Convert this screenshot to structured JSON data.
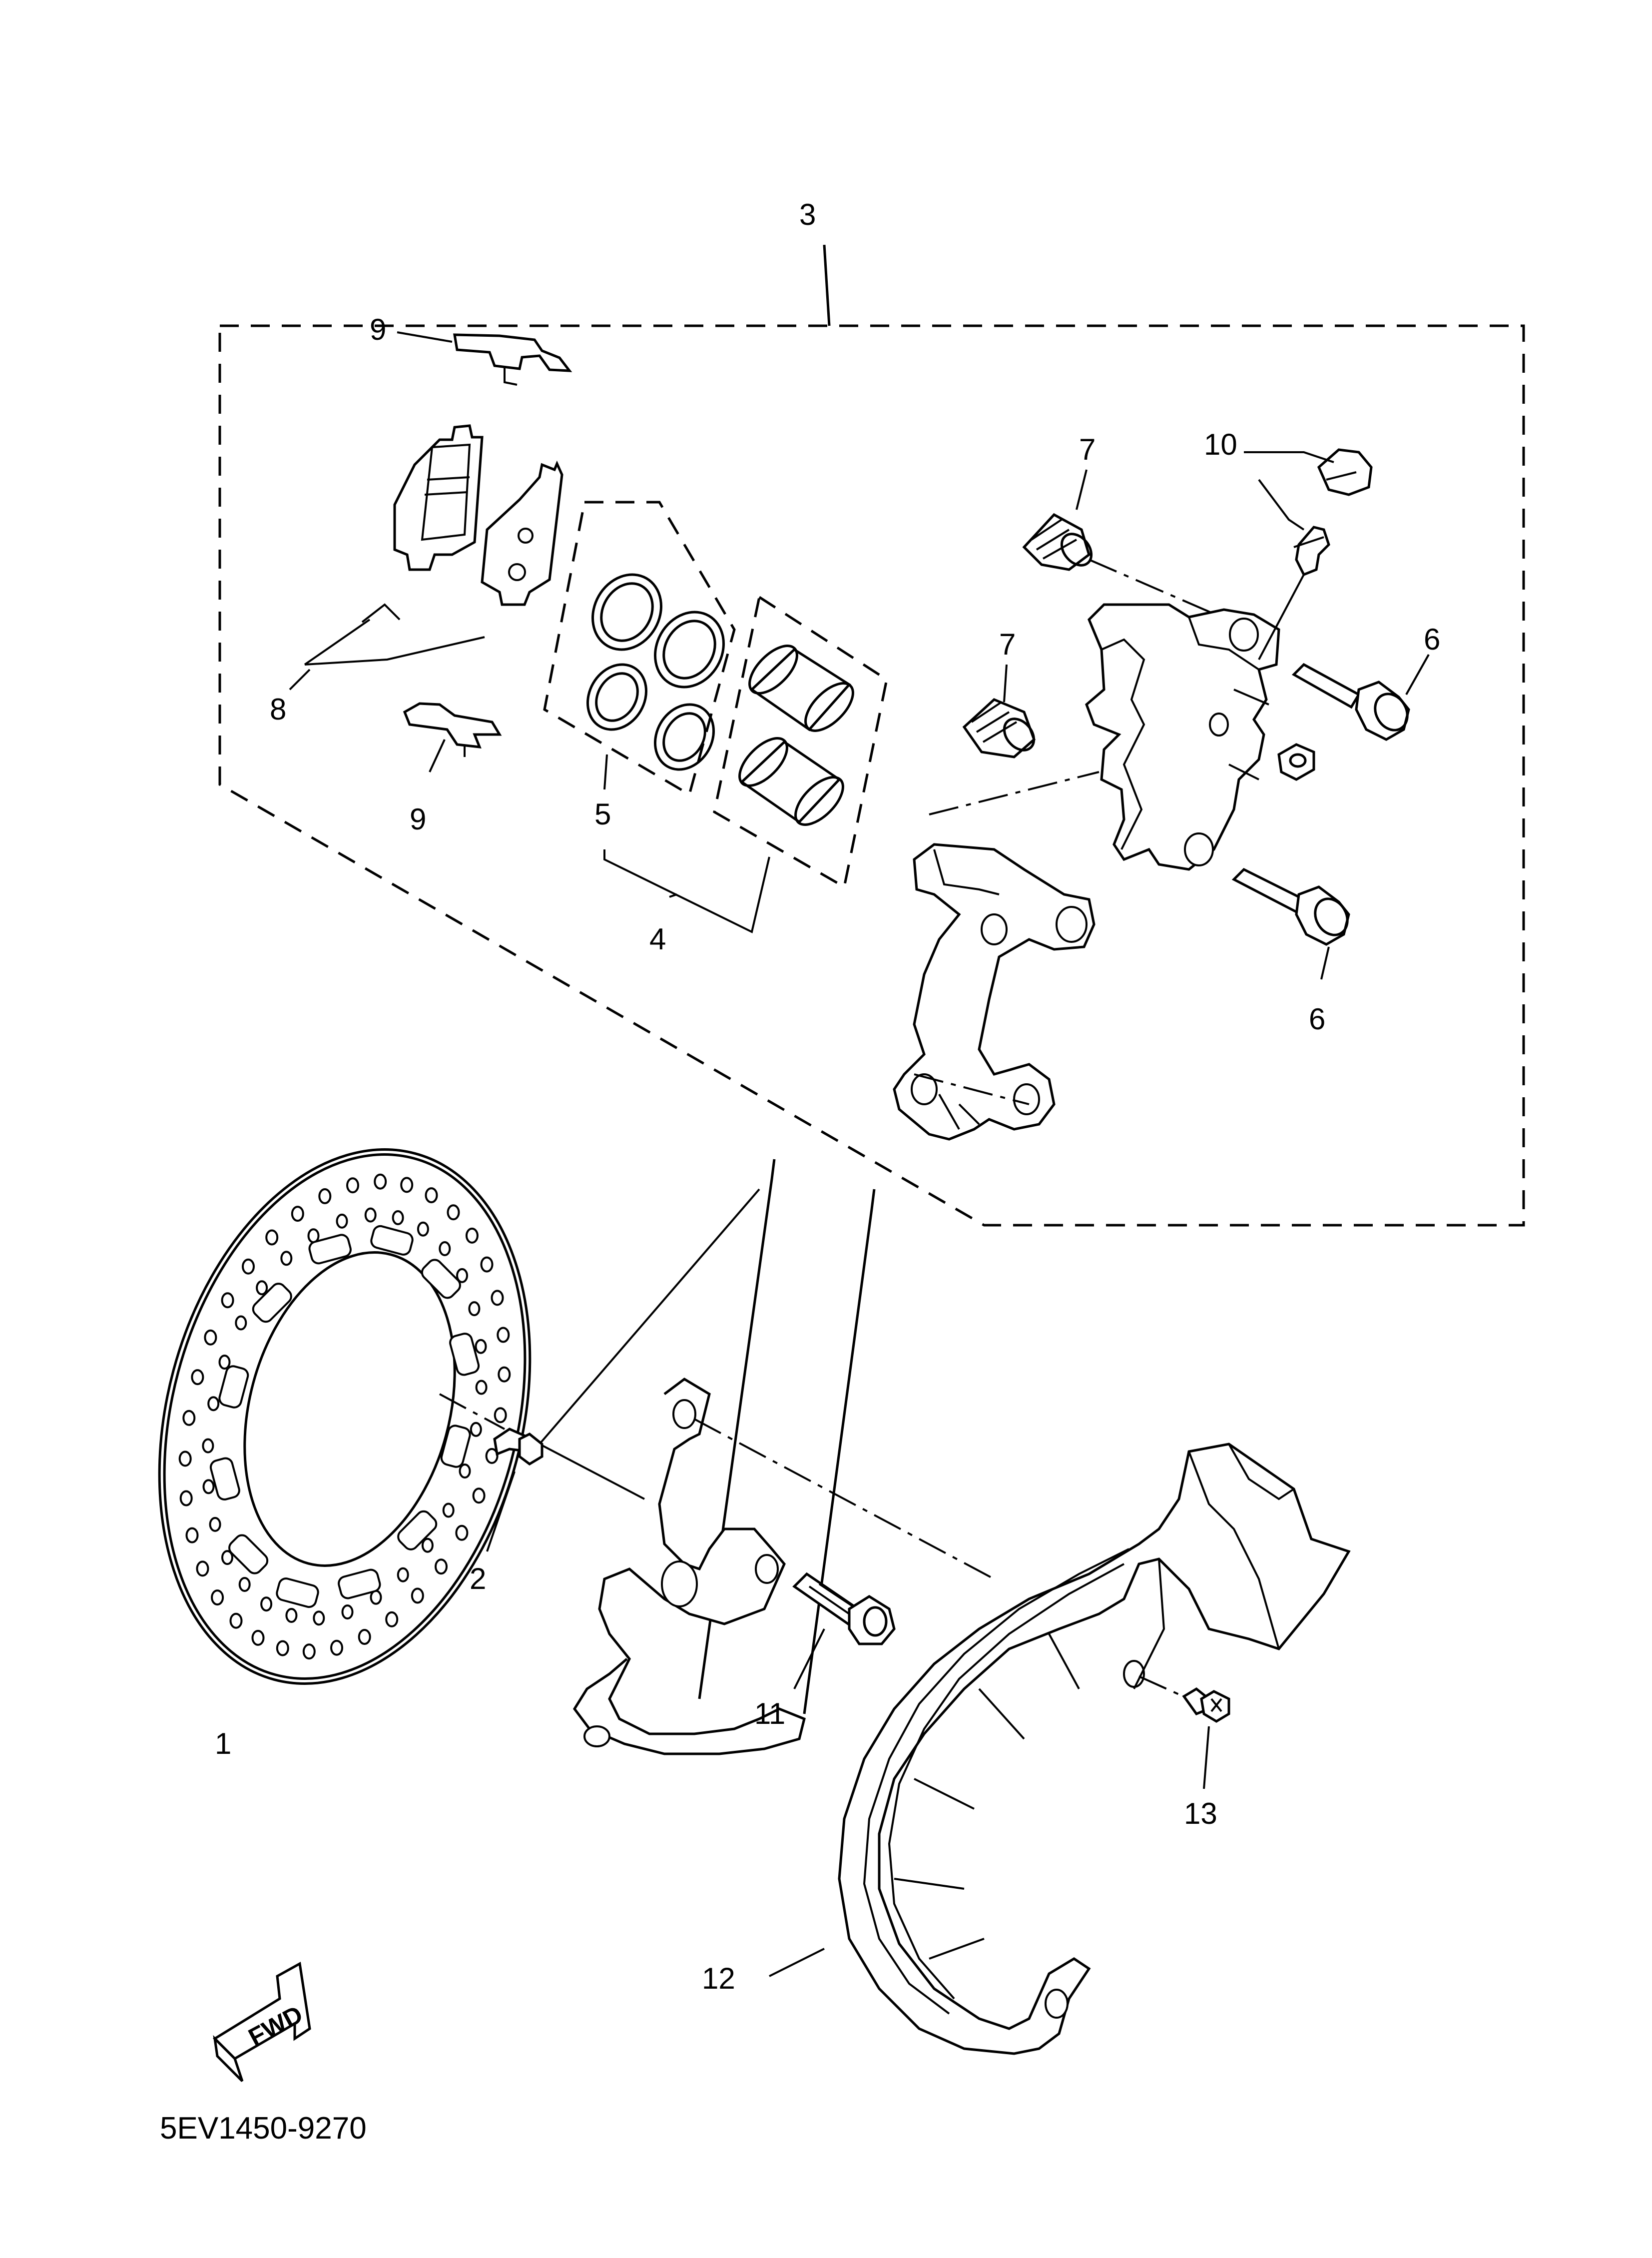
{
  "diagram": {
    "part_number_code": "5EV1450-9270",
    "fwd_label": "FWD",
    "callouts": [
      {
        "id": "c1",
        "text": "1"
      },
      {
        "id": "c2",
        "text": "2"
      },
      {
        "id": "c3",
        "text": "3"
      },
      {
        "id": "c4",
        "text": "4"
      },
      {
        "id": "c5",
        "text": "5"
      },
      {
        "id": "c6a",
        "text": "6"
      },
      {
        "id": "c6b",
        "text": "6"
      },
      {
        "id": "c7a",
        "text": "7"
      },
      {
        "id": "c7b",
        "text": "7"
      },
      {
        "id": "c8",
        "text": "8"
      },
      {
        "id": "c9a",
        "text": "9"
      },
      {
        "id": "c9b",
        "text": "9"
      },
      {
        "id": "c10",
        "text": "10"
      },
      {
        "id": "c11",
        "text": "11"
      },
      {
        "id": "c12",
        "text": "12"
      },
      {
        "id": "c13",
        "text": "13"
      }
    ],
    "parts": [
      {
        "id": "brake-disc",
        "callout": "1"
      },
      {
        "id": "disc-bolt",
        "callout": "2"
      },
      {
        "id": "caliper-assembly",
        "callout": "3"
      },
      {
        "id": "caliper-seal-kit",
        "callout": "4"
      },
      {
        "id": "piston-seal-kit",
        "callout": "5"
      },
      {
        "id": "pad-pin-bolt",
        "callout": "6"
      },
      {
        "id": "boot",
        "callout": "7"
      },
      {
        "id": "brake-pad-kit",
        "callout": "8"
      },
      {
        "id": "pad-support",
        "callout": "9"
      },
      {
        "id": "bleed-screw-set",
        "callout": "10"
      },
      {
        "id": "caliper-bolt",
        "callout": "11"
      },
      {
        "id": "disc-cover",
        "callout": "12"
      },
      {
        "id": "cover-screw",
        "callout": "13"
      }
    ]
  }
}
